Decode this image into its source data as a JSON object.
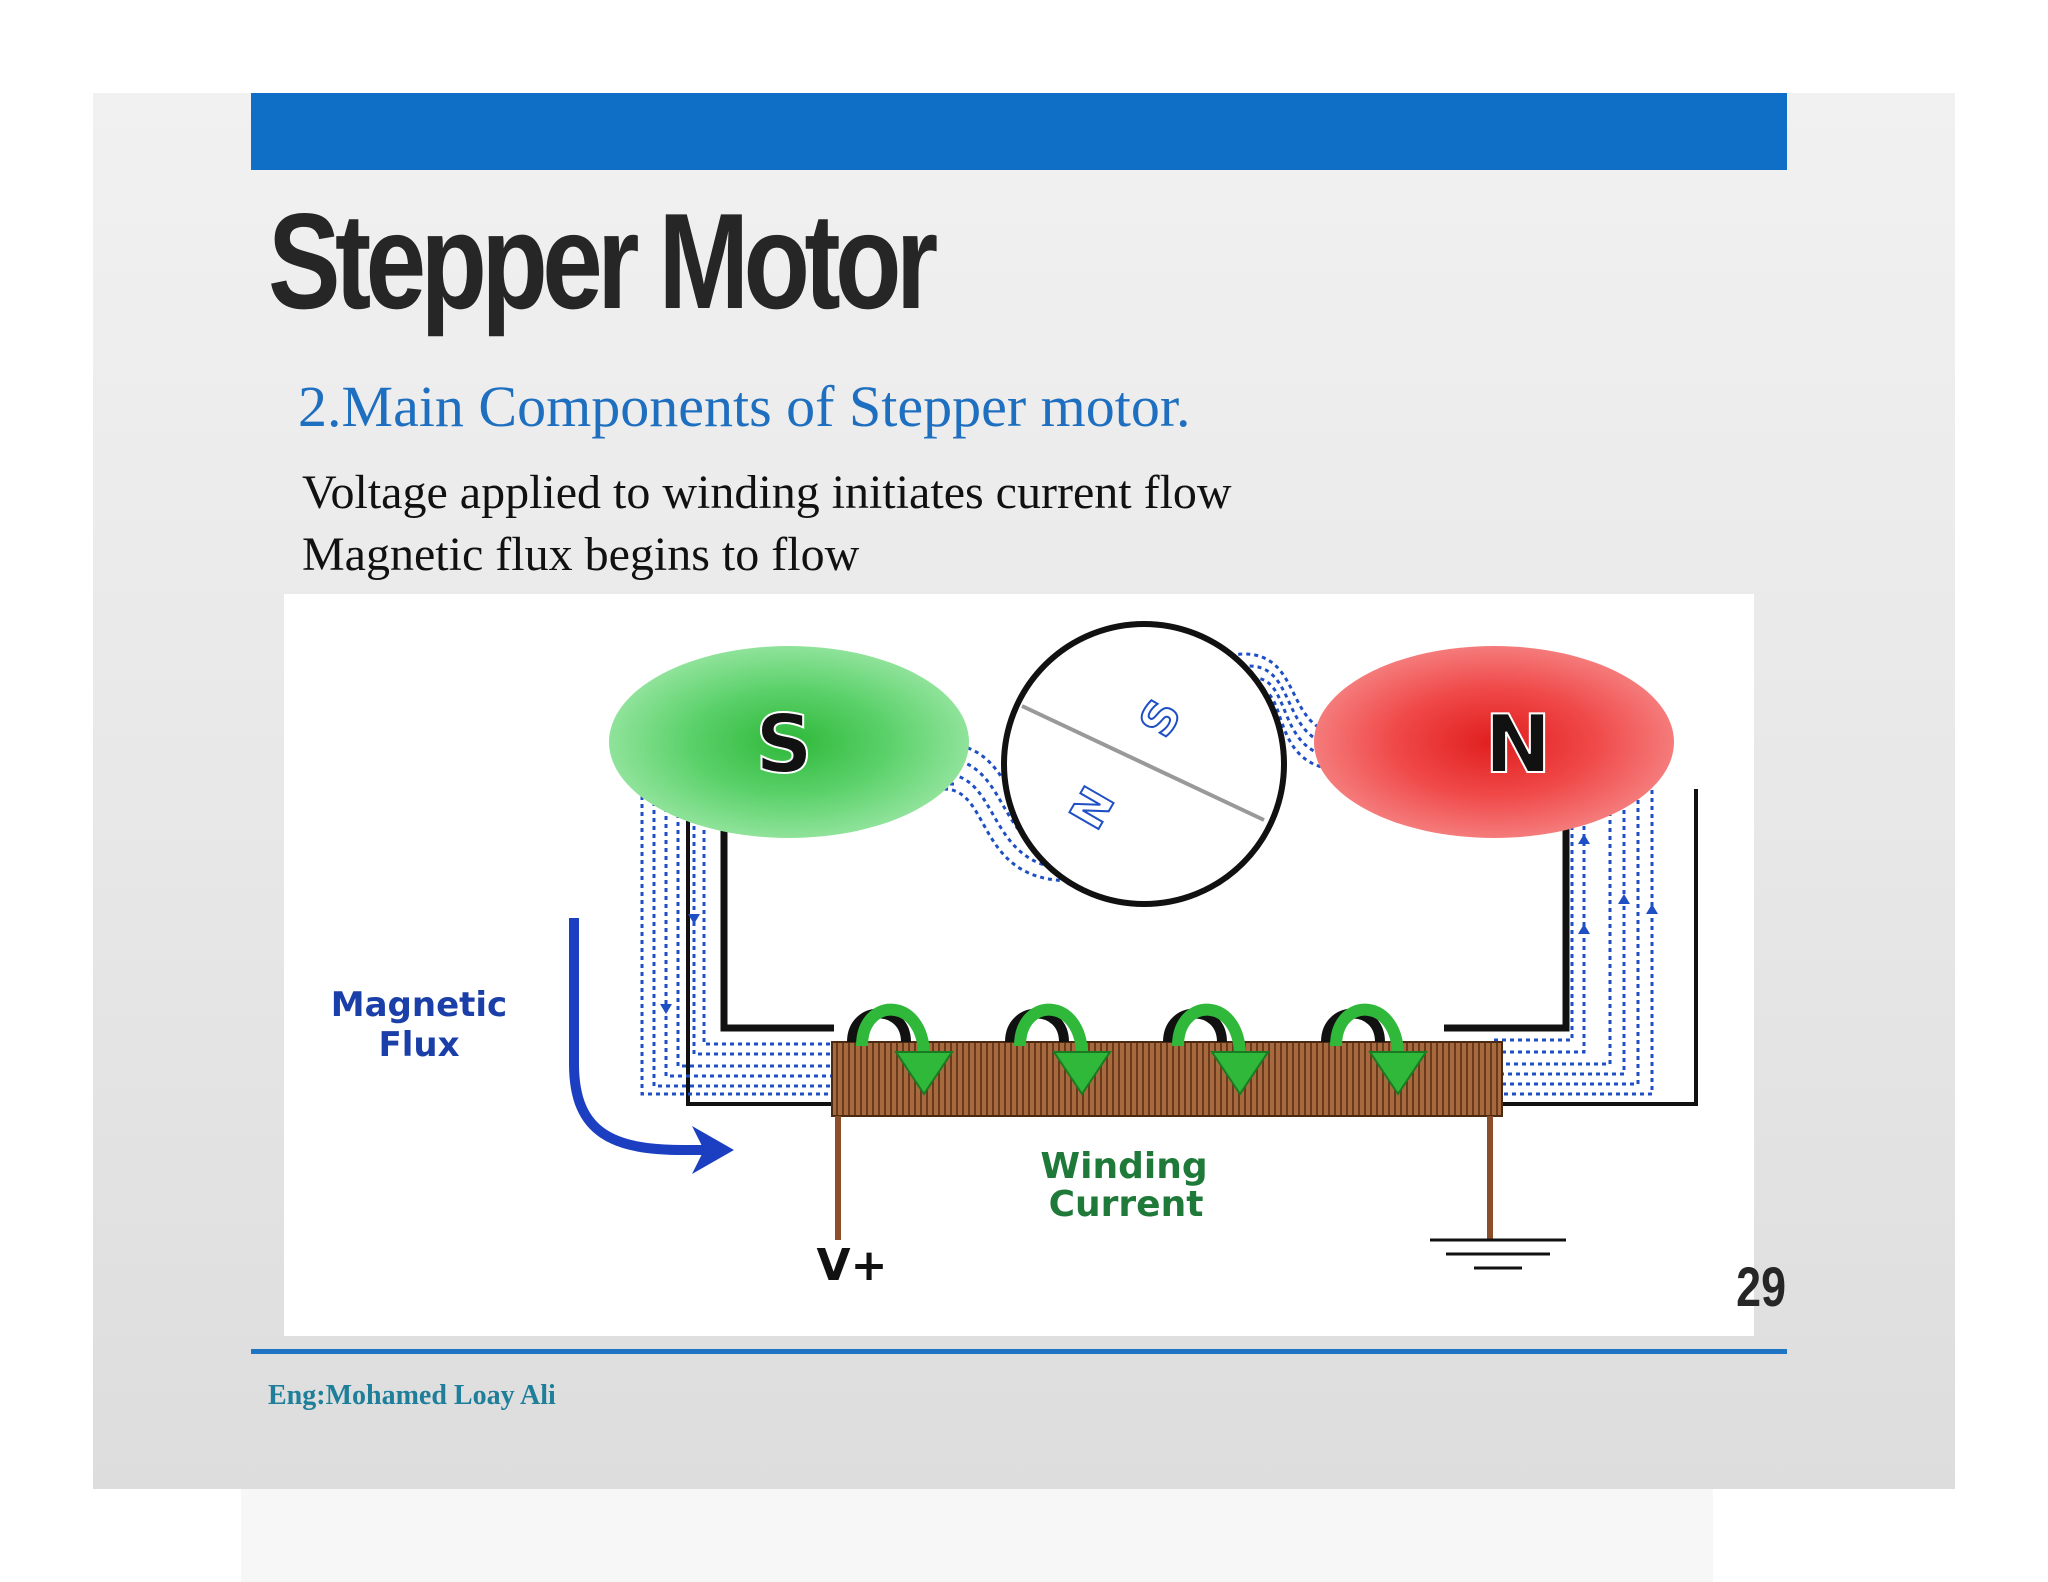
{
  "slide": {
    "title": "Stepper Motor",
    "subtitle": "2.Main Components of Stepper motor.",
    "bullets": [
      "Voltage applied to winding initiates current flow",
      "Magnetic flux  begins to flow"
    ],
    "page_number": "29",
    "author": "Eng:Mohamed Loay Ali"
  },
  "diagram": {
    "pole_left": "S",
    "pole_right": "N",
    "rotor_south": "S",
    "rotor_north": "N",
    "flux_label_line1": "Magnetic",
    "flux_label_line2": "Flux",
    "winding_label_line1": "Winding",
    "winding_label_line2": "Current",
    "supply_label": "V+"
  },
  "colors": {
    "header_bar": "#0f6fc6",
    "subtitle": "#1f6fc0",
    "south_pole": "#5bd16a",
    "north_pole": "#f04848",
    "flux_lines": "#1f4fc4",
    "winding_arrows": "#2fb83a",
    "coil": "#8a4f2a",
    "flux_label": "#1b3fa8",
    "winding_label": "#1f7a3a",
    "footer_author": "#1f7f9a"
  }
}
